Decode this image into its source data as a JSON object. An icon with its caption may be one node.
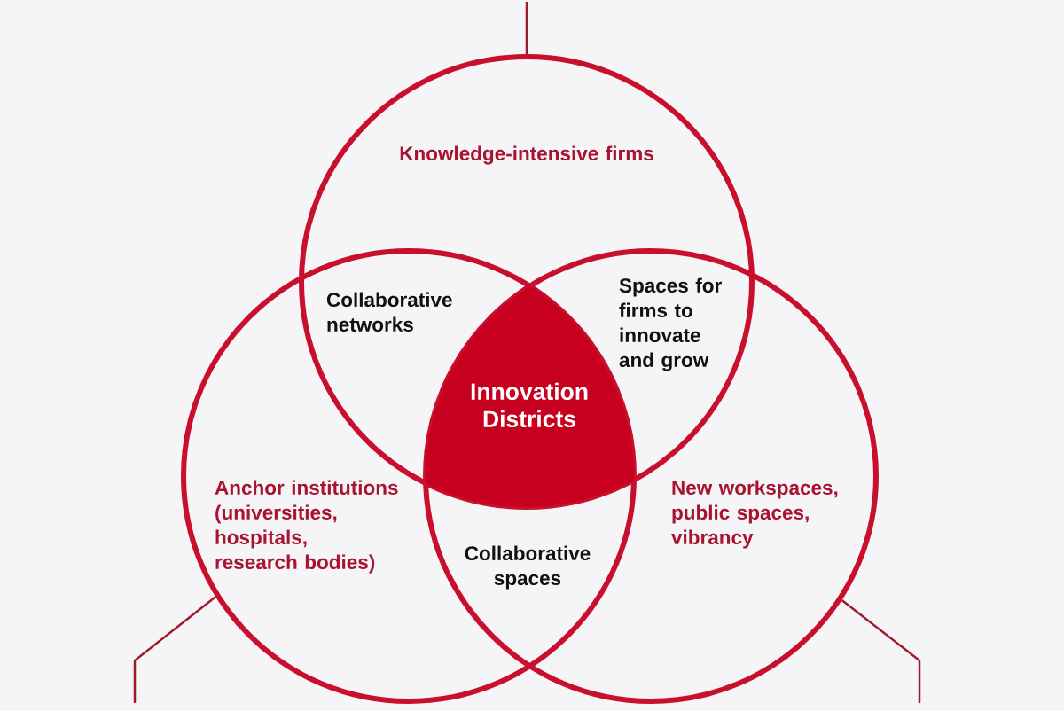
{
  "diagram": {
    "nodes": [
      {
        "text": [
          "Knowledge-intensive firms"
        ]
      },
      {
        "text": [
          "Anchor institutions (universities, hospitals, research bodies)"
        ]
      },
      {
        "text": [
          "New workspaces, public spaces, vibrancy"
        ]
      },
      {
        "text": [
          "Collaborative networks"
        ]
      },
      {
        "text": [
          "Spaces for firms to innovate and grow"
        ]
      },
      {
        "text": [
          "Innovation Districts"
        ]
      },
      {
        "text": [
          "Collaborative spaces"
        ]
      }
    ],
    "edges": [
      {
        "from": 0,
        "to": null,
        "arrow": "none"
      },
      {
        "from": 1,
        "to": null,
        "arrow": "none"
      },
      {
        "from": 2,
        "to": null,
        "arrow": "none"
      }
    ]
  }
}
